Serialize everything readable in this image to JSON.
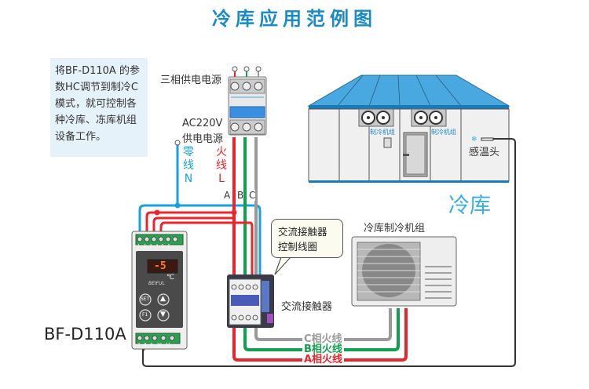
{
  "title": "冷库应用范例图",
  "note_text": "将BF-D110A 的参数HC调节到制冷C模式，就可控制各种冷库、冻库机组设备工作。",
  "power": {
    "three_phase_label": "三相供电电源",
    "ac_label_line1": "AC220V",
    "ac_label_line2": "供电电源",
    "neutral": [
      "零",
      "线",
      "N"
    ],
    "live": [
      "火",
      "线",
      "L"
    ],
    "phase_letters": [
      "A",
      "B",
      "C"
    ]
  },
  "cold_room": {
    "label": "冷库",
    "unit_labels": [
      "制冷机组",
      "制冷机组"
    ],
    "sensor_label": "感温头"
  },
  "controller": {
    "model_label": "BF-D110A",
    "display_value": "-5",
    "unit": "℃",
    "brand": "BEIFUL",
    "buttons": [
      "SET",
      "F1",
      "▲",
      "▼"
    ],
    "top_terminals": [
      "1",
      "2",
      "3",
      "4",
      "5",
      "6"
    ],
    "bottom_terminals": [
      "7",
      "8",
      "9",
      "10",
      "11"
    ]
  },
  "contactor": {
    "label": "交流接触器",
    "callout_line1": "交流接触器",
    "callout_line2": "控制线圈"
  },
  "condensing_unit": {
    "label": "冷库制冷机组"
  },
  "wires": {
    "c_label": "C相火线",
    "b_label": "B相火线",
    "a_label": "A相火线"
  },
  "colors": {
    "title": "#1a8ac4",
    "neutral_wire": "#1aa0dc",
    "phase_a": "#e8262b",
    "phase_b": "#10a050",
    "phase_c": "#9a9a9a",
    "roof": "#4aa8e0",
    "sensor_wire": "#333333"
  }
}
